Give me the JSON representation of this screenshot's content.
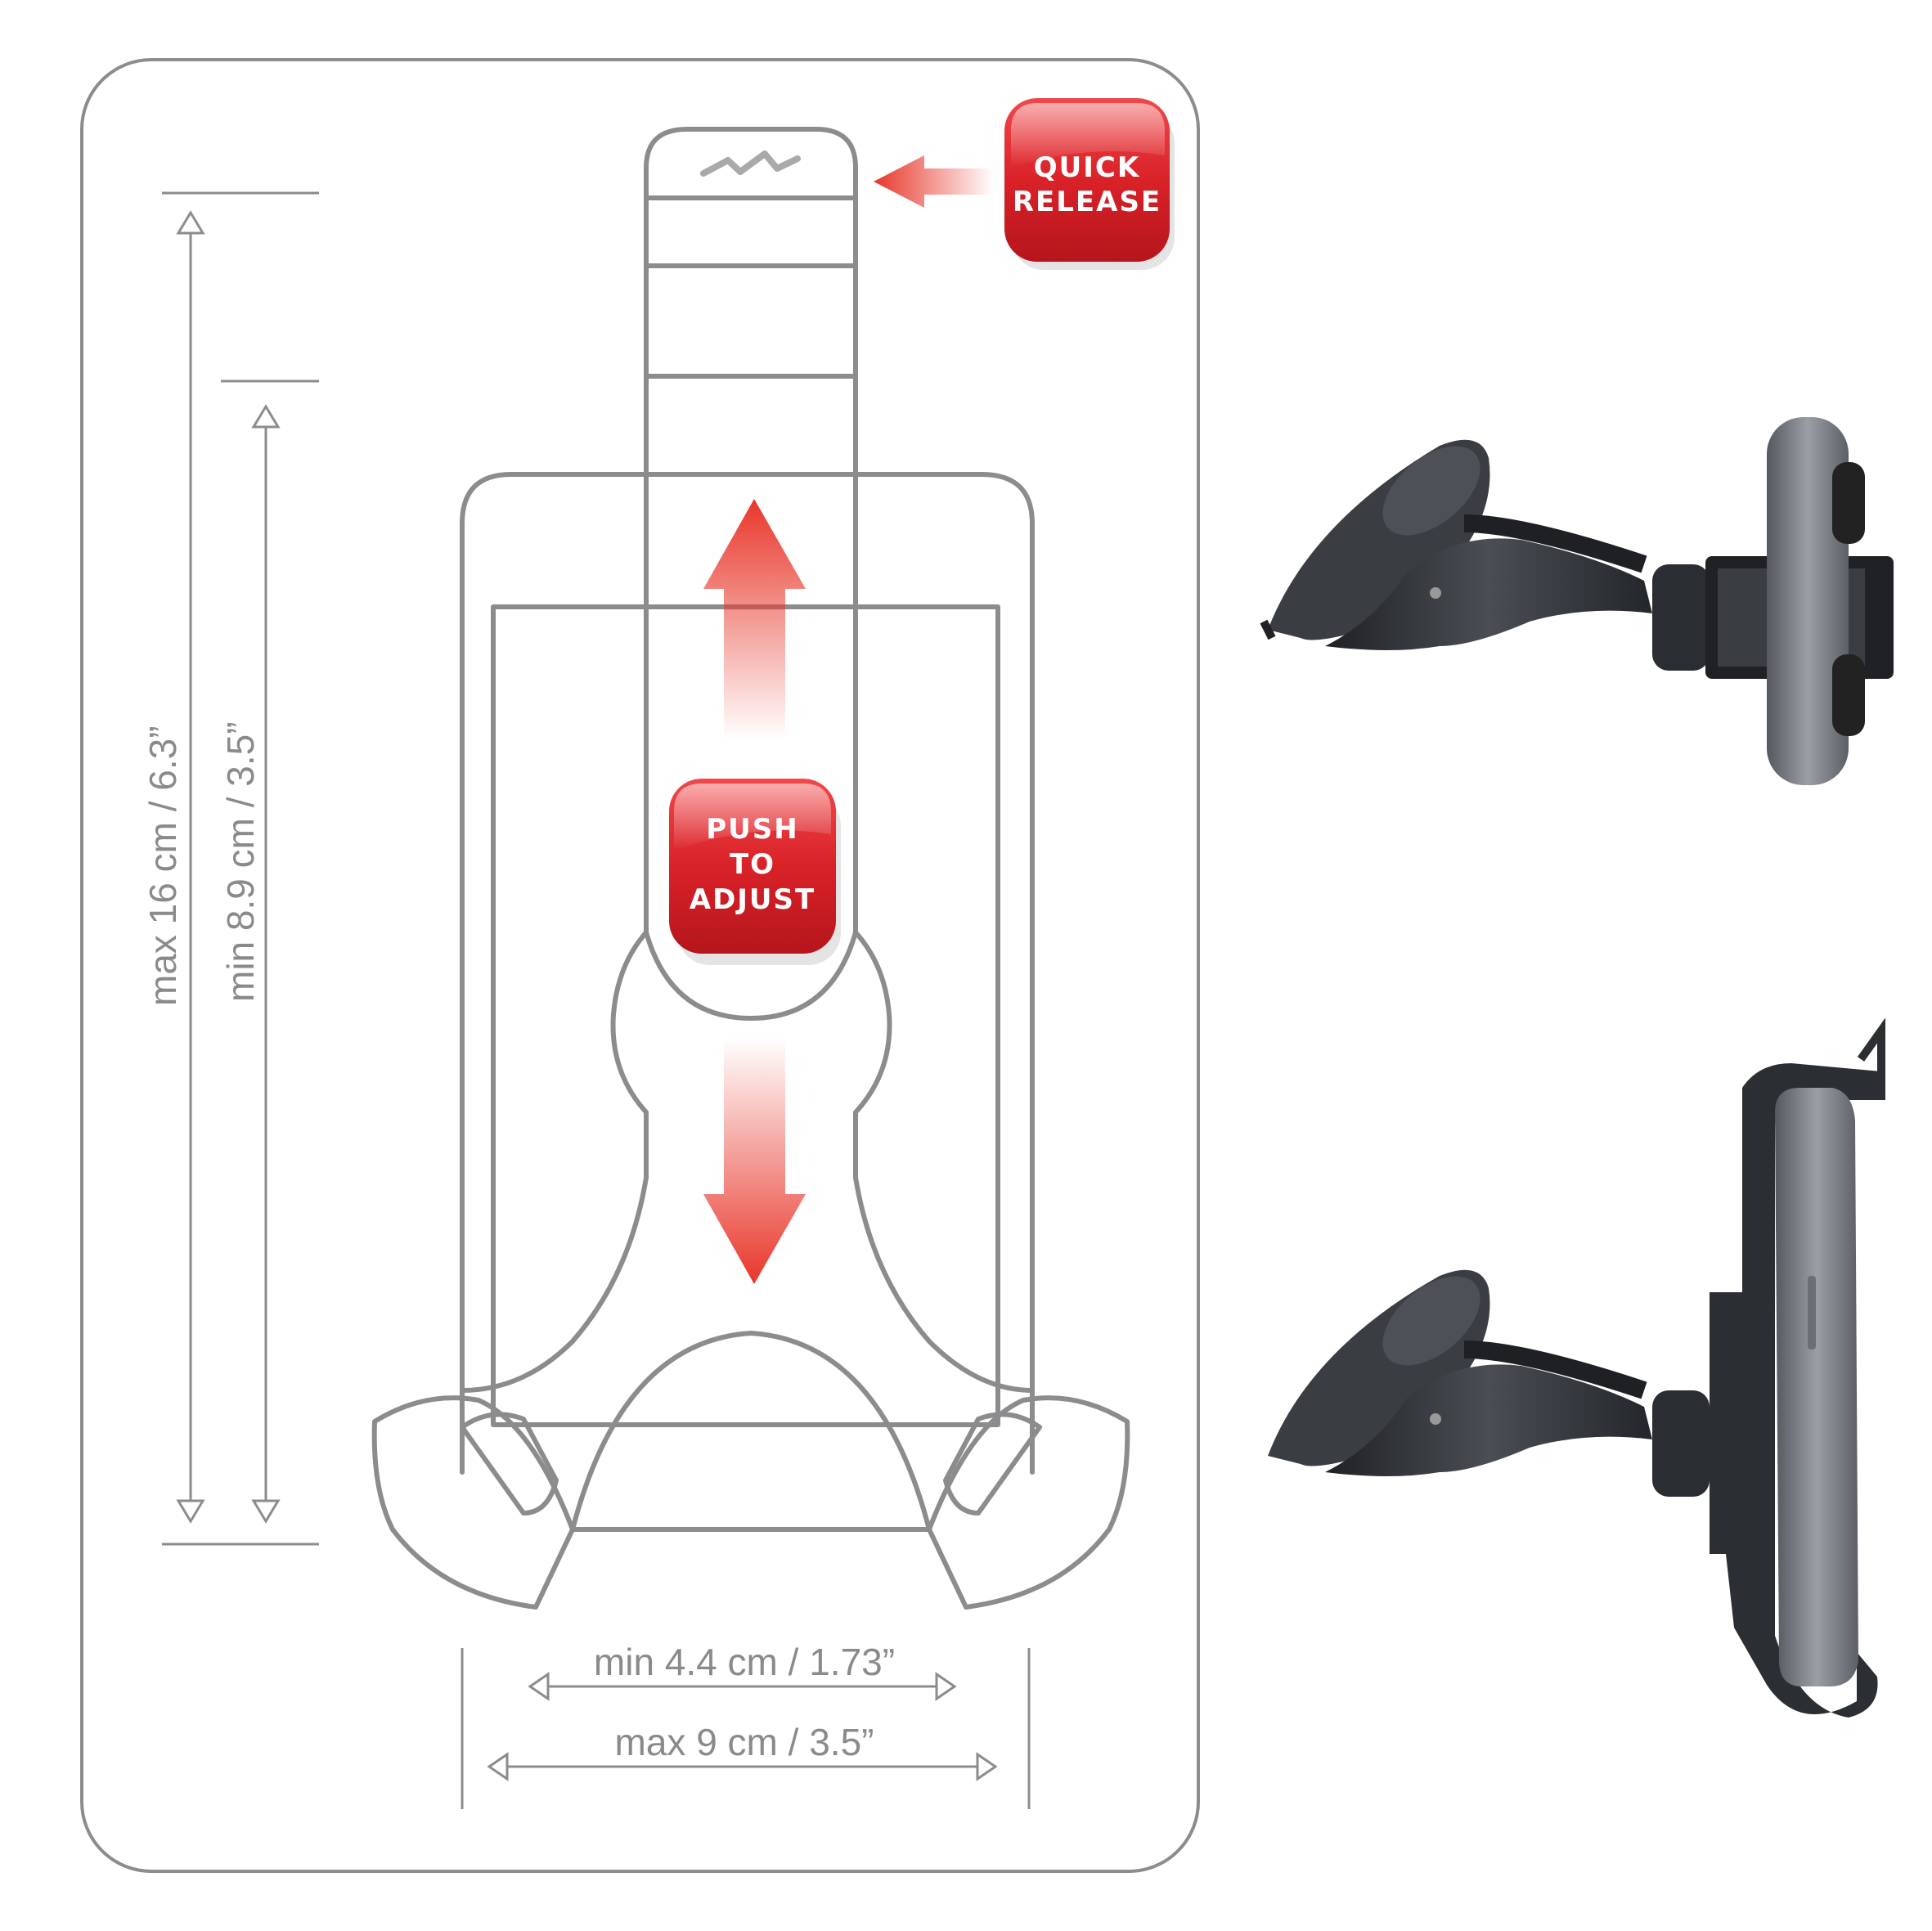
{
  "badges": {
    "quick_release": [
      "QUICK",
      "RELEASE"
    ],
    "push_to_adjust": [
      "PUSH",
      "TO",
      "ADJUST"
    ]
  },
  "dimensions": {
    "max_height": "max 16 cm / 6.3”",
    "min_height": "min 8.9 cm / 3.5”",
    "min_width": "min 4.4 cm / 1.73”",
    "max_width": "max 9 cm / 3.5”"
  },
  "colors": {
    "outline": "#8c8c8e",
    "badge_red": "#d8232a",
    "arrow_red": "#ea3a2c",
    "mount_dark": "#2f3236"
  }
}
